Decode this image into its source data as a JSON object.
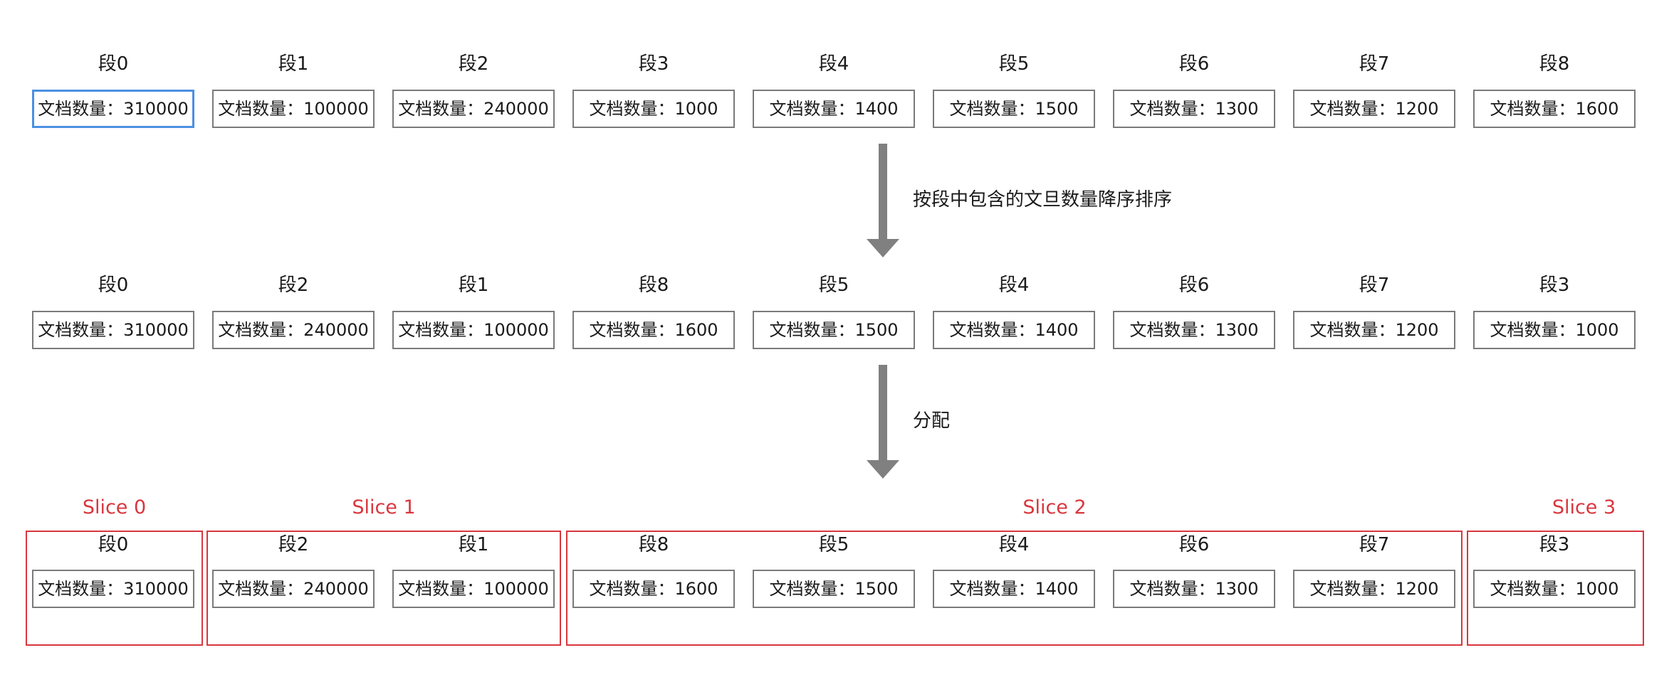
{
  "rows": {
    "original": [
      {
        "label": "段0",
        "doc": "文档数量：310000",
        "highlight": true
      },
      {
        "label": "段1",
        "doc": "文档数量：100000"
      },
      {
        "label": "段2",
        "doc": "文档数量：240000"
      },
      {
        "label": "段3",
        "doc": "文档数量：1000"
      },
      {
        "label": "段4",
        "doc": "文档数量：1400"
      },
      {
        "label": "段5",
        "doc": "文档数量：1500"
      },
      {
        "label": "段6",
        "doc": "文档数量：1300"
      },
      {
        "label": "段7",
        "doc": "文档数量：1200"
      },
      {
        "label": "段8",
        "doc": "文档数量：1600"
      }
    ],
    "sorted": [
      {
        "label": "段0",
        "doc": "文档数量：310000"
      },
      {
        "label": "段2",
        "doc": "文档数量：240000"
      },
      {
        "label": "段1",
        "doc": "文档数量：100000"
      },
      {
        "label": "段8",
        "doc": "文档数量：1600"
      },
      {
        "label": "段5",
        "doc": "文档数量：1500"
      },
      {
        "label": "段4",
        "doc": "文档数量：1400"
      },
      {
        "label": "段6",
        "doc": "文档数量：1300"
      },
      {
        "label": "段7",
        "doc": "文档数量：1200"
      },
      {
        "label": "段3",
        "doc": "文档数量：1000"
      }
    ],
    "allocated": [
      {
        "label": "段0",
        "doc": "文档数量：310000"
      },
      {
        "label": "段2",
        "doc": "文档数量：240000"
      },
      {
        "label": "段1",
        "doc": "文档数量：100000"
      },
      {
        "label": "段8",
        "doc": "文档数量：1600"
      },
      {
        "label": "段5",
        "doc": "文档数量：1500"
      },
      {
        "label": "段4",
        "doc": "文档数量：1400"
      },
      {
        "label": "段6",
        "doc": "文档数量：1300"
      },
      {
        "label": "段7",
        "doc": "文档数量：1200"
      },
      {
        "label": "段3",
        "doc": "文档数量：1000"
      }
    ]
  },
  "arrows": {
    "sort_label": "按段中包含的文旦数量降序排序",
    "allocate_label": "分配"
  },
  "slices": [
    {
      "title": "Slice 0"
    },
    {
      "title": "Slice 1"
    },
    {
      "title": "Slice 2"
    },
    {
      "title": "Slice 3"
    }
  ],
  "colors": {
    "box_border": "#7a7a7a",
    "highlight_border": "#4a90e2",
    "slice_color": "#d9363e",
    "arrow": "#808080"
  }
}
